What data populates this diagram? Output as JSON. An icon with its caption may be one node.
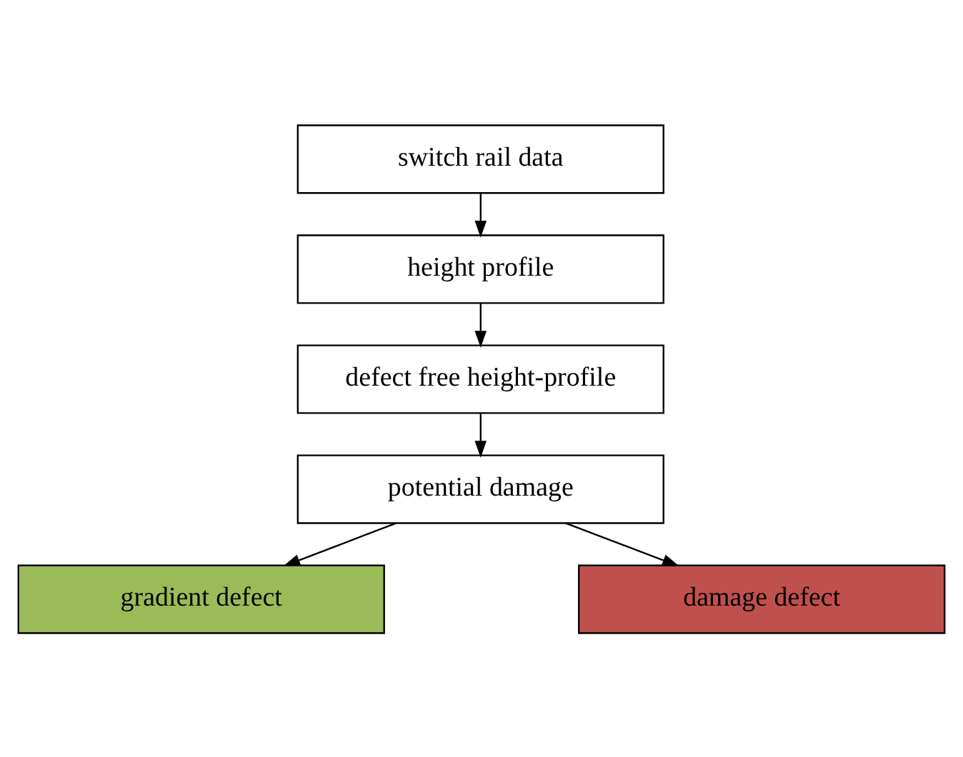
{
  "diagram": {
    "nodes": [
      {
        "text": [
          "switch rail data"
        ]
      },
      {
        "text": [
          "height profile"
        ]
      },
      {
        "text": [
          "defect free height-profile"
        ]
      },
      {
        "text": [
          "potential damage"
        ]
      },
      {
        "text": [
          "gradient defect"
        ]
      },
      {
        "text": [
          "damage defect"
        ]
      }
    ],
    "edges": [
      {
        "from": 0,
        "to": 1,
        "arrow": "to"
      },
      {
        "from": 1,
        "to": 2,
        "arrow": "to"
      },
      {
        "from": 2,
        "to": 3,
        "arrow": "to"
      },
      {
        "from": 3,
        "to": 4,
        "arrow": "to"
      },
      {
        "from": 3,
        "to": 5,
        "arrow": "to"
      }
    ]
  }
}
